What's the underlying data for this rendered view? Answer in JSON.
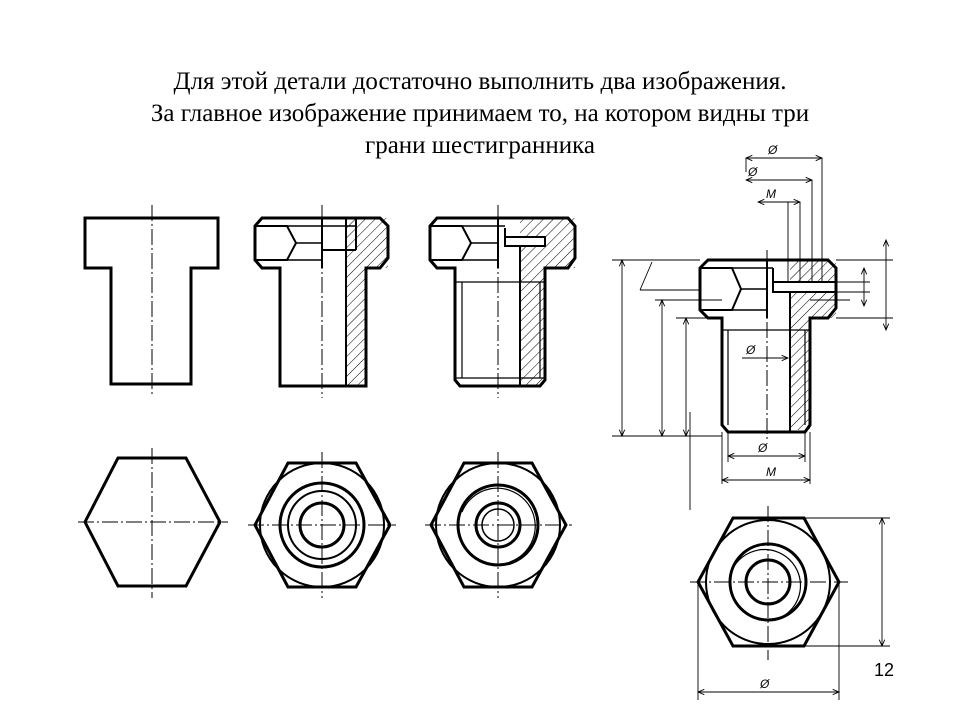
{
  "slide": {
    "title_lines": [
      "Для этой детали достаточно выполнить два изображения.",
      "За главное изображение принимаем то, на котором видны три",
      "грани шестигранника"
    ],
    "page_number": "12"
  },
  "dimensions": {
    "diameter": "Ø",
    "metric": "M"
  }
}
